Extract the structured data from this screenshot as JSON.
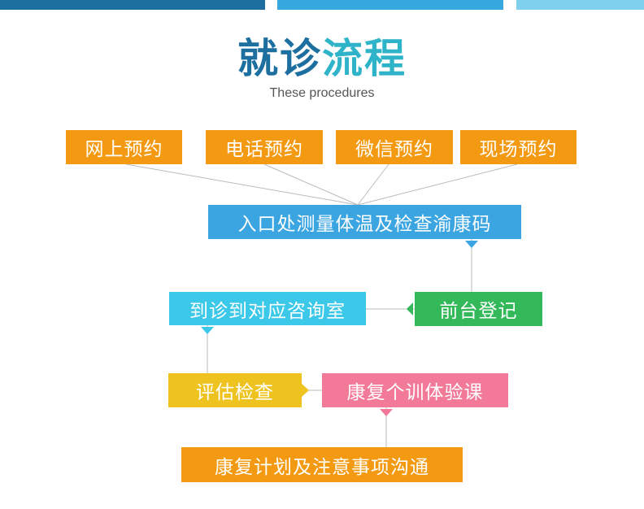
{
  "header": {
    "title_part1": "就诊",
    "title_part2": "流程",
    "subtitle": "These procedures"
  },
  "booking": [
    "网上预约",
    "电话预约",
    "微信预约",
    "现场预约"
  ],
  "steps": {
    "entrance": "入口处测量体温及检查渝康码",
    "reception": "前台登记",
    "consult_room": "到诊到对应咨询室",
    "assessment": "评估检查",
    "rehab_class": "康复个训体验课",
    "plan": "康复计划及注意事项沟通"
  },
  "colors": {
    "booking": "#f39a12",
    "entrance": "#3aa5e0",
    "reception": "#33b85a",
    "consult_room": "#3cc8e8",
    "assessment": "#eec320",
    "rehab_class": "#f27a98",
    "plan": "#f39a12"
  }
}
